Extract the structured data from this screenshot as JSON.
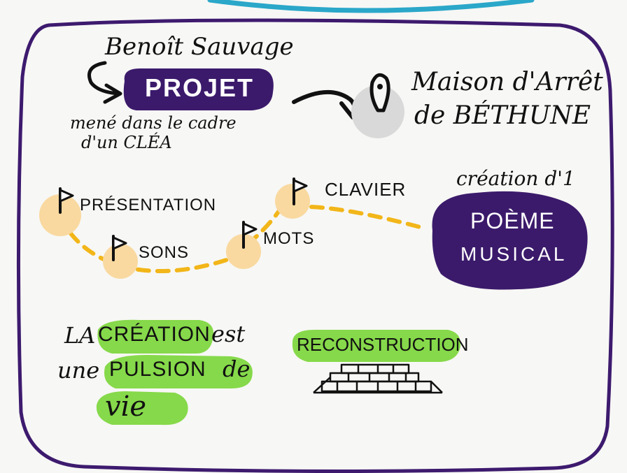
{
  "author": "Benoît Sauvage",
  "projet": {
    "label": "PROJET",
    "desc_line1": "mené dans le cadre",
    "desc_line2": "d'un CLÉA"
  },
  "location": {
    "line1": "Maison d'Arrêt",
    "line2": "de BÉTHUNE",
    "icon": "location-pin-icon"
  },
  "path": {
    "steps": [
      "PRÉSENTATION",
      "SONS",
      "MOTS",
      "CLAVIER"
    ],
    "flag_icon": "flag-icon"
  },
  "result": {
    "intro": "création d'1",
    "line1": "POÈME",
    "line2": "MUSICAL"
  },
  "quote": {
    "part1": "LA",
    "part2": "CRÉATION",
    "part3": "est",
    "part4": "une",
    "part5": "PULSION",
    "part6": "de",
    "part7": "vie"
  },
  "reconstruction": {
    "label": "RECONSTRUCTION",
    "icon": "stairs-icon"
  },
  "colors": {
    "frame": "#3d1a6e",
    "purple": "#3b1a6b",
    "teal": "#2aa7c9",
    "orange_dot": "#f9d9a0",
    "dash": "#f2b619",
    "green": "#86d94a",
    "gray": "#d9d9d9"
  }
}
